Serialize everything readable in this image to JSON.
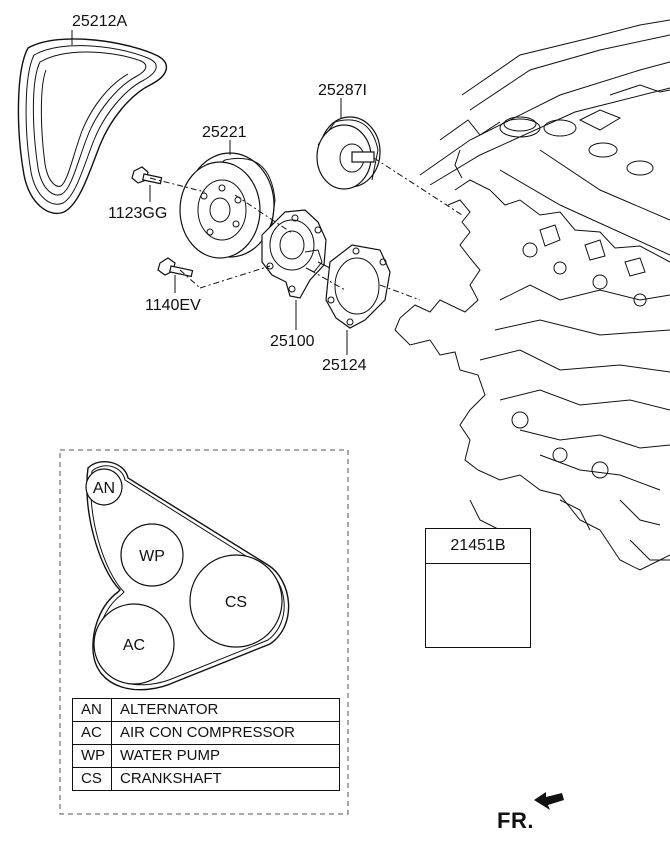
{
  "part_labels": {
    "belt": "25212A",
    "pulley": "25221",
    "bolt_pulley": "1123GG",
    "idler": "25287I",
    "water_pump": "25100",
    "bolt_pump": "1140EV",
    "gasket": "25124"
  },
  "belt_routing": {
    "pulleys": [
      {
        "code": "AN"
      },
      {
        "code": "WP"
      },
      {
        "code": "CS"
      },
      {
        "code": "AC"
      }
    ]
  },
  "legend": [
    {
      "code": "AN",
      "name": "ALTERNATOR"
    },
    {
      "code": "AC",
      "name": "AIR CON COMPRESSOR"
    },
    {
      "code": "WP",
      "name": "WATER PUMP"
    },
    {
      "code": "CS",
      "name": "CRANKSHAFT"
    }
  ],
  "kit": {
    "part_no": "21451B"
  },
  "direction": {
    "label": "FR."
  }
}
